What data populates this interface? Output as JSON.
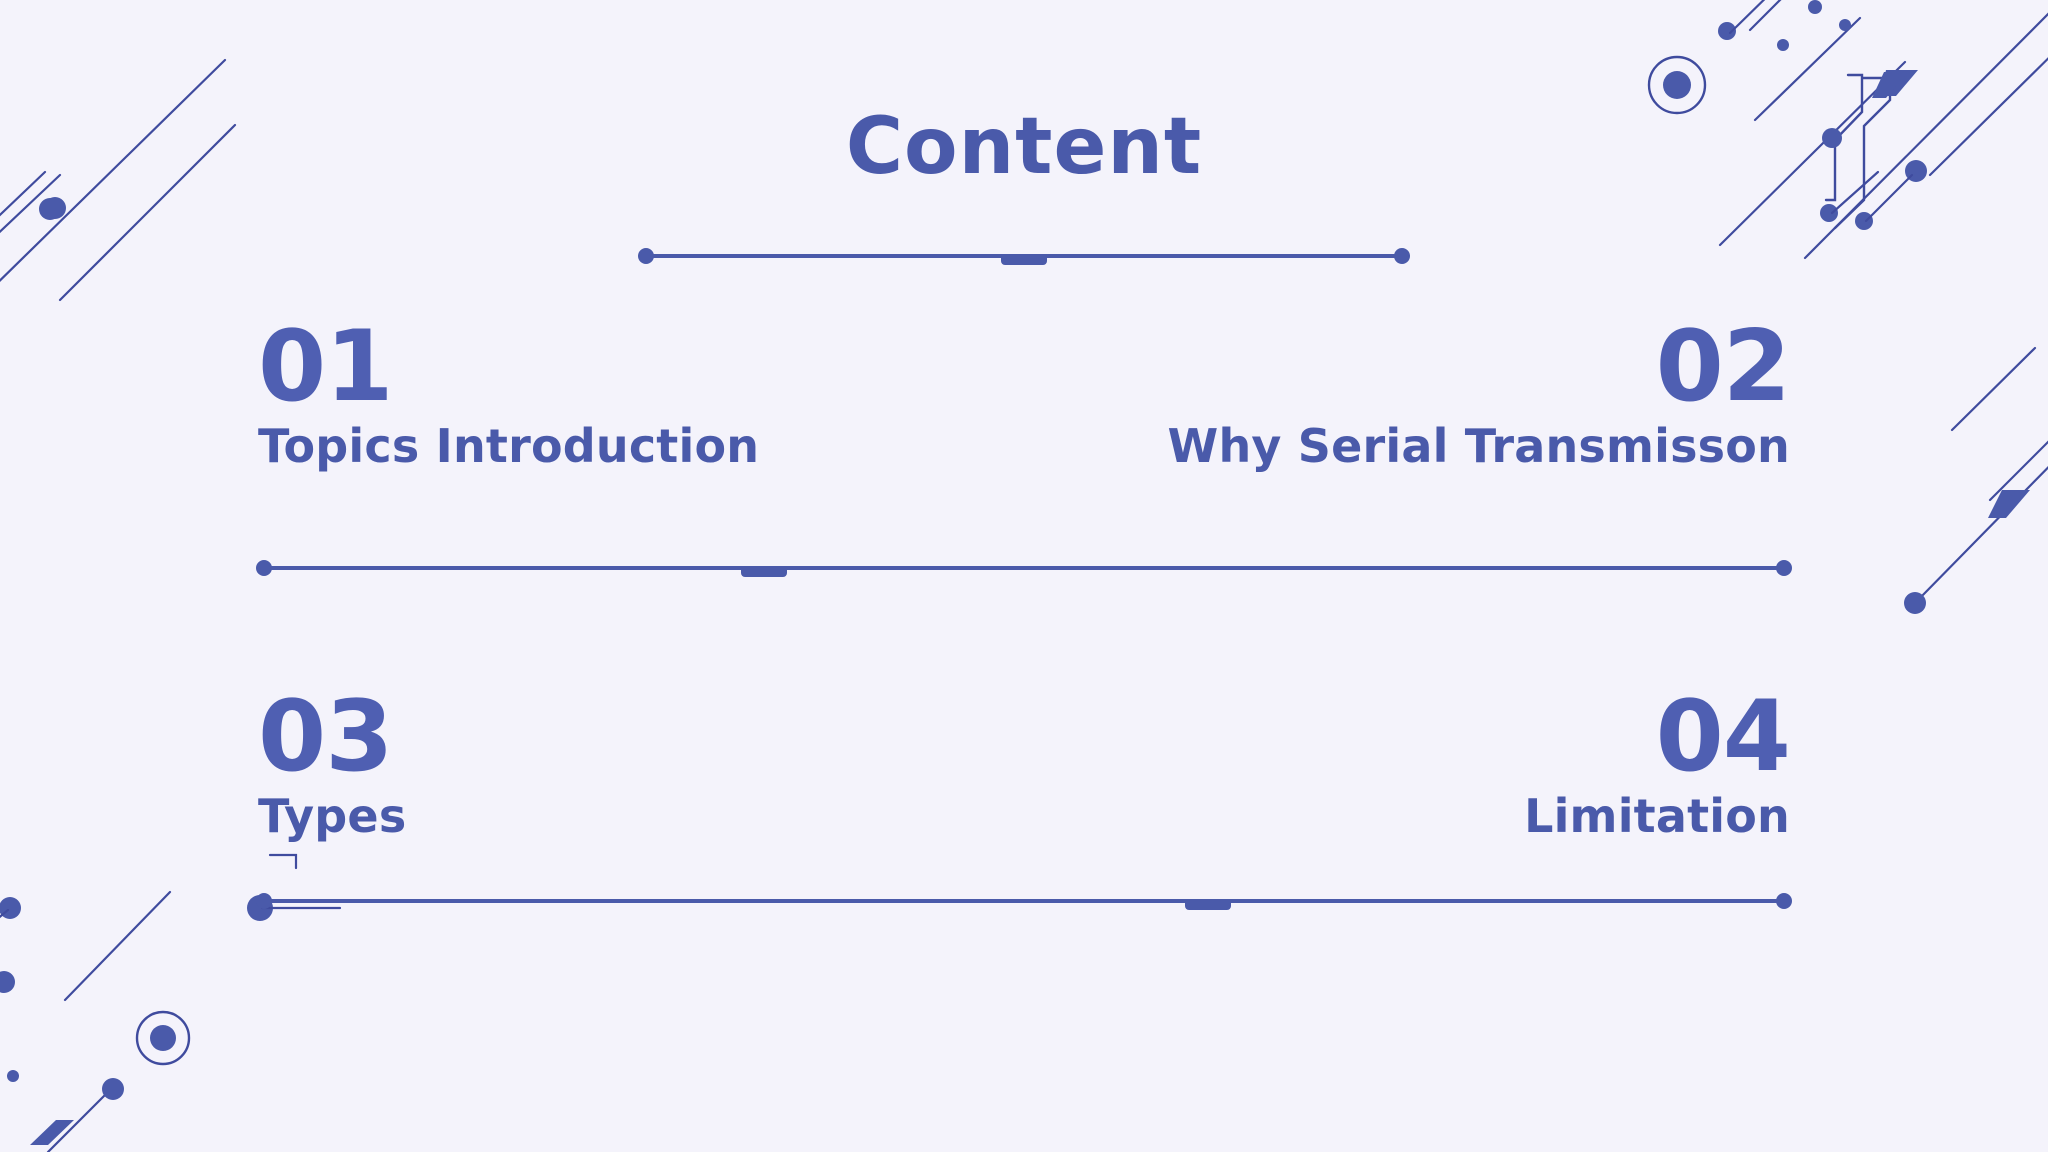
{
  "slide": {
    "title": "Content",
    "background_color": "#f4f3fb",
    "accent_color": "#4a5aaa",
    "number_color": "#4f5fb2"
  },
  "items": [
    {
      "number": "01",
      "label": "Topics Introduction",
      "align": "left"
    },
    {
      "number": "02",
      "label": "Why Serial Transmisson",
      "align": "right"
    },
    {
      "number": "03",
      "label": "Types",
      "align": "left"
    },
    {
      "number": "04",
      "label": "Limitation",
      "align": "right"
    }
  ],
  "decorations": {
    "top_right_ring": "circuit-ring-icon",
    "bottom_left_ring": "circuit-ring-icon",
    "style": "circuit-board-lines"
  }
}
